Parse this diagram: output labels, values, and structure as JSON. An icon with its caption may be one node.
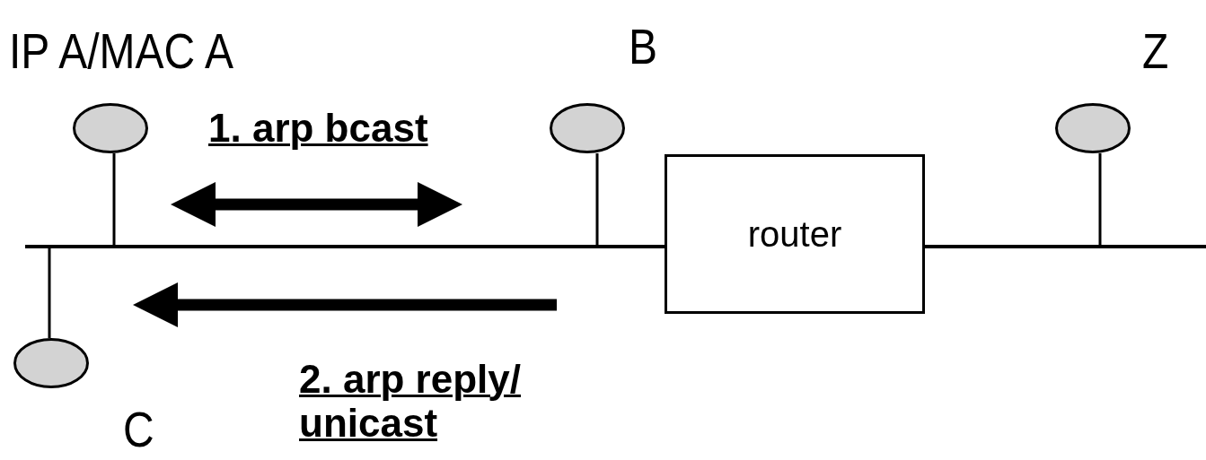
{
  "diagram": {
    "nodes": [
      {
        "text": [
          "IP A/MAC A"
        ]
      },
      {
        "text": [
          "B"
        ]
      },
      {
        "text": [
          "Z"
        ]
      },
      {
        "text": [
          "router"
        ]
      },
      {
        "text": [
          "C"
        ]
      },
      {
        "text": [],
        "shape": "bar"
      },
      {
        "text": [],
        "shape": "bar"
      }
    ],
    "edges": [
      {
        "from": 0,
        "to": 5,
        "arrow": "none"
      },
      {
        "from": 1,
        "to": 5,
        "arrow": "none"
      },
      {
        "from": 2,
        "to": 6,
        "arrow": "none"
      },
      {
        "from": 4,
        "to": 5,
        "arrow": "none"
      }
    ],
    "labels": [
      "1. arp bcast",
      "2. arp reply/ unicast"
    ]
  }
}
